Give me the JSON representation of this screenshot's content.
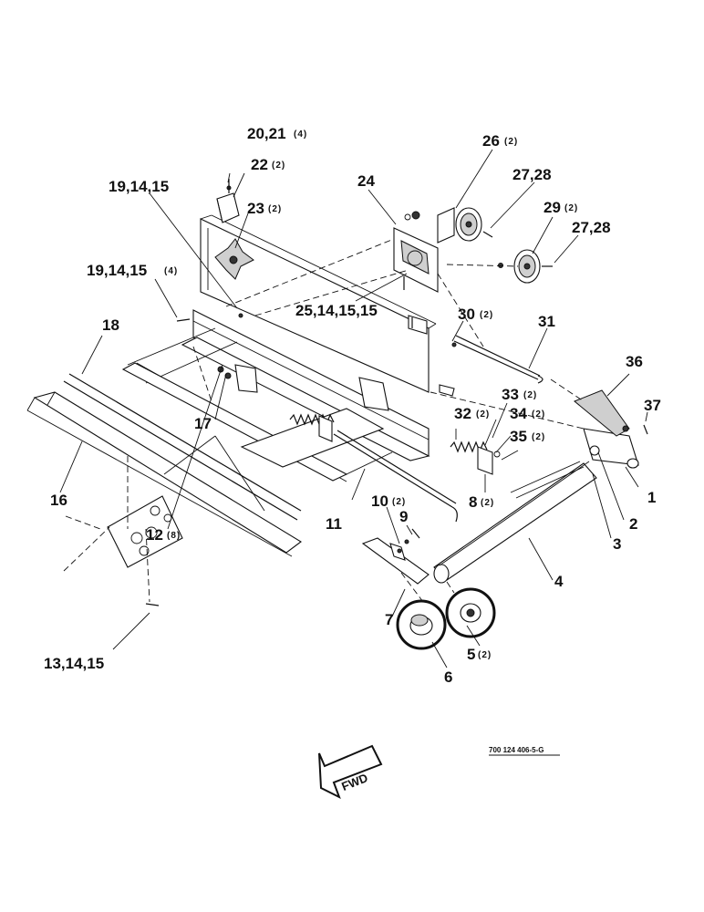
{
  "callouts": [
    {
      "id": "c-20-21",
      "text": "20,21",
      "qty": "(4)"
    },
    {
      "id": "c-22",
      "text": "22",
      "qty": "(2)"
    },
    {
      "id": "c-19-14-15-a",
      "text": "19,14,15",
      "qty": ""
    },
    {
      "id": "c-23",
      "text": "23",
      "qty": "(2)"
    },
    {
      "id": "c-24",
      "text": "24",
      "qty": ""
    },
    {
      "id": "c-26",
      "text": "26",
      "qty": "(2)"
    },
    {
      "id": "c-27-28-a",
      "text": "27,28",
      "qty": ""
    },
    {
      "id": "c-29",
      "text": "29",
      "qty": "(2)"
    },
    {
      "id": "c-27-28-b",
      "text": "27,28",
      "qty": ""
    },
    {
      "id": "c-19-14-15-b",
      "text": "19,14,15",
      "qty": "(4)"
    },
    {
      "id": "c-25-14-15-15",
      "text": "25,14,15,15",
      "qty": ""
    },
    {
      "id": "c-18",
      "text": "18",
      "qty": ""
    },
    {
      "id": "c-30",
      "text": "30",
      "qty": "(2)"
    },
    {
      "id": "c-31",
      "text": "31",
      "qty": ""
    },
    {
      "id": "c-36",
      "text": "36",
      "qty": ""
    },
    {
      "id": "c-33",
      "text": "33",
      "qty": "(2)"
    },
    {
      "id": "c-37",
      "text": "37",
      "qty": ""
    },
    {
      "id": "c-32",
      "text": "32",
      "qty": "(2)"
    },
    {
      "id": "c-34",
      "text": "34",
      "qty": "(2)"
    },
    {
      "id": "c-17",
      "text": "17",
      "qty": ""
    },
    {
      "id": "c-35",
      "text": "35",
      "qty": "(2)"
    },
    {
      "id": "c-1",
      "text": "1",
      "qty": ""
    },
    {
      "id": "c-16",
      "text": "16",
      "qty": ""
    },
    {
      "id": "c-8",
      "text": "8",
      "qty": "(2)"
    },
    {
      "id": "c-11",
      "text": "11",
      "qty": ""
    },
    {
      "id": "c-2",
      "text": "2",
      "qty": ""
    },
    {
      "id": "c-10",
      "text": "10",
      "qty": "(2)"
    },
    {
      "id": "c-3",
      "text": "3",
      "qty": ""
    },
    {
      "id": "c-9",
      "text": "9",
      "qty": ""
    },
    {
      "id": "c-12",
      "text": "12",
      "qty": "(8)"
    },
    {
      "id": "c-4",
      "text": "4",
      "qty": ""
    },
    {
      "id": "c-7",
      "text": "7",
      "qty": ""
    },
    {
      "id": "c-5",
      "text": "5",
      "qty": "(2)"
    },
    {
      "id": "c-13-14-15",
      "text": "13,14,15",
      "qty": ""
    },
    {
      "id": "c-6",
      "text": "6",
      "qty": ""
    }
  ],
  "reference_number": "700 124 406-5-G",
  "fwd_arrow": {
    "text": "FWD",
    "icon": "fwd-arrow-icon"
  }
}
